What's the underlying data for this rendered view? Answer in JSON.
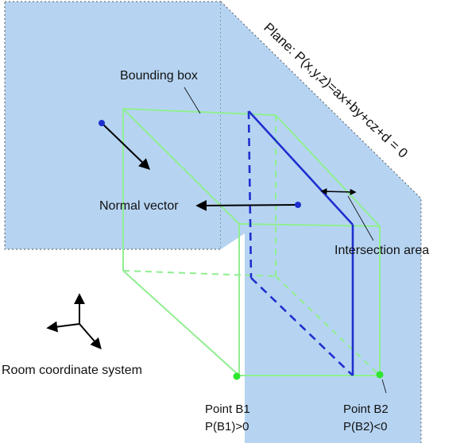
{
  "labels": {
    "plane_equation": "Plane: P(x,y,z)=ax+by+cz+d = 0",
    "bounding_box": "Bounding box",
    "normal_vector": "Normal vector",
    "intersection_area": "Intersection area",
    "room_coordinate_system": "Room coordinate system",
    "point_b1_name": "Point B1",
    "point_b1_condition": "P(B1)>0",
    "point_b2_name": "Point B2",
    "point_b2_condition": "P(B2)<0"
  },
  "colors": {
    "plane_fill": "#b6d4f2",
    "box_edges": "#90ee90",
    "intersection": "#1f2fcf",
    "point_markers": "#2ee62e",
    "normal_point": "#1f2fcf",
    "arrows": "#000000"
  }
}
